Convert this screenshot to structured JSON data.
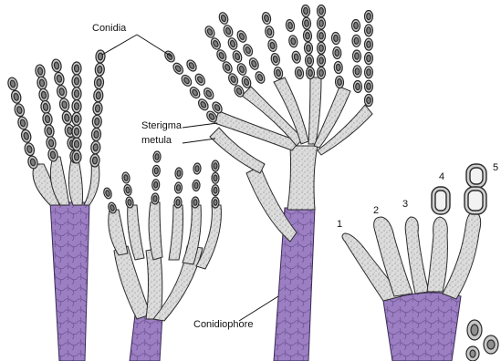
{
  "labels": {
    "conidia": "Conidia",
    "sterigma": "Sterigma",
    "metula": "metula",
    "conidiophore": "Conidiophore"
  },
  "stage_numbers": [
    "1",
    "2",
    "3",
    "4",
    "5"
  ],
  "colors": {
    "stalk": "#9b7fc2",
    "stalk_dark": "#6f5597",
    "cell_fill": "#d9d9d9",
    "cell_stroke": "#2b2b2b",
    "conidium_fill": "#c8c8c8",
    "background": "#ffffff"
  }
}
